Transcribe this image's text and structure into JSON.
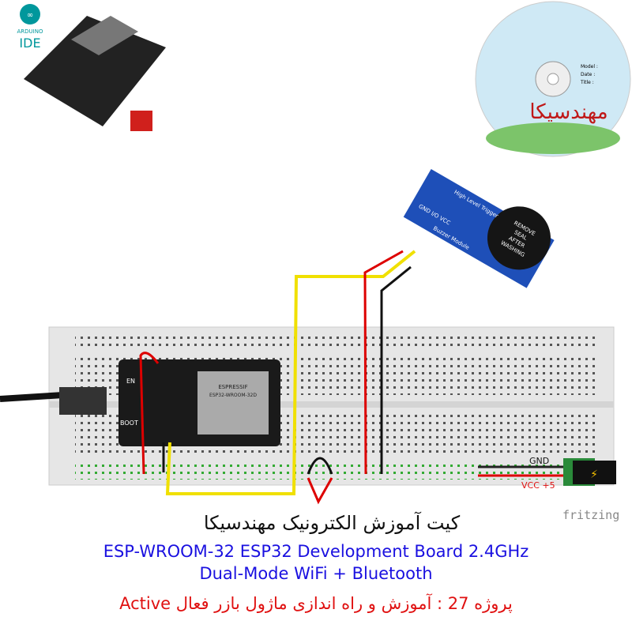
{
  "logo": {
    "line1": "ARDUINO",
    "line2": "IDE"
  },
  "cd": {
    "model": "Model :",
    "date": "Date :",
    "title": "Title :",
    "brand": "مهندسیکا"
  },
  "buzzer": {
    "cap1": "REMOVE",
    "cap2": "SEAL",
    "cap3": "AFTER",
    "cap4": "WASHING",
    "module": "Buzzer Module",
    "trigger": "High Level Trigger",
    "pins": "GND I/O VCC"
  },
  "esp32": {
    "en": "EN",
    "boot": "BOOT",
    "chip1": "ESPRESSIF",
    "chip2": "ESP32-WROOM-32D"
  },
  "power": {
    "gnd": "GND",
    "vcc": "VCC +5"
  },
  "footer": {
    "title_fa": "کیت آموزش الکترونیک مهندسیکا",
    "line1": "ESP-WROOM-32 ESP32  Development Board 2.4GHz",
    "line2": "Dual-Mode WiFi + Bluetooth",
    "project": "پروژه 27 : آموزش و راه اندازی ماژول بازر فعال Active",
    "fritzing": "fritzing"
  },
  "colors": {
    "blue": "#1a10e0",
    "red": "#e01010",
    "board": "#1a1a1a",
    "module": "#1e4fb8"
  }
}
